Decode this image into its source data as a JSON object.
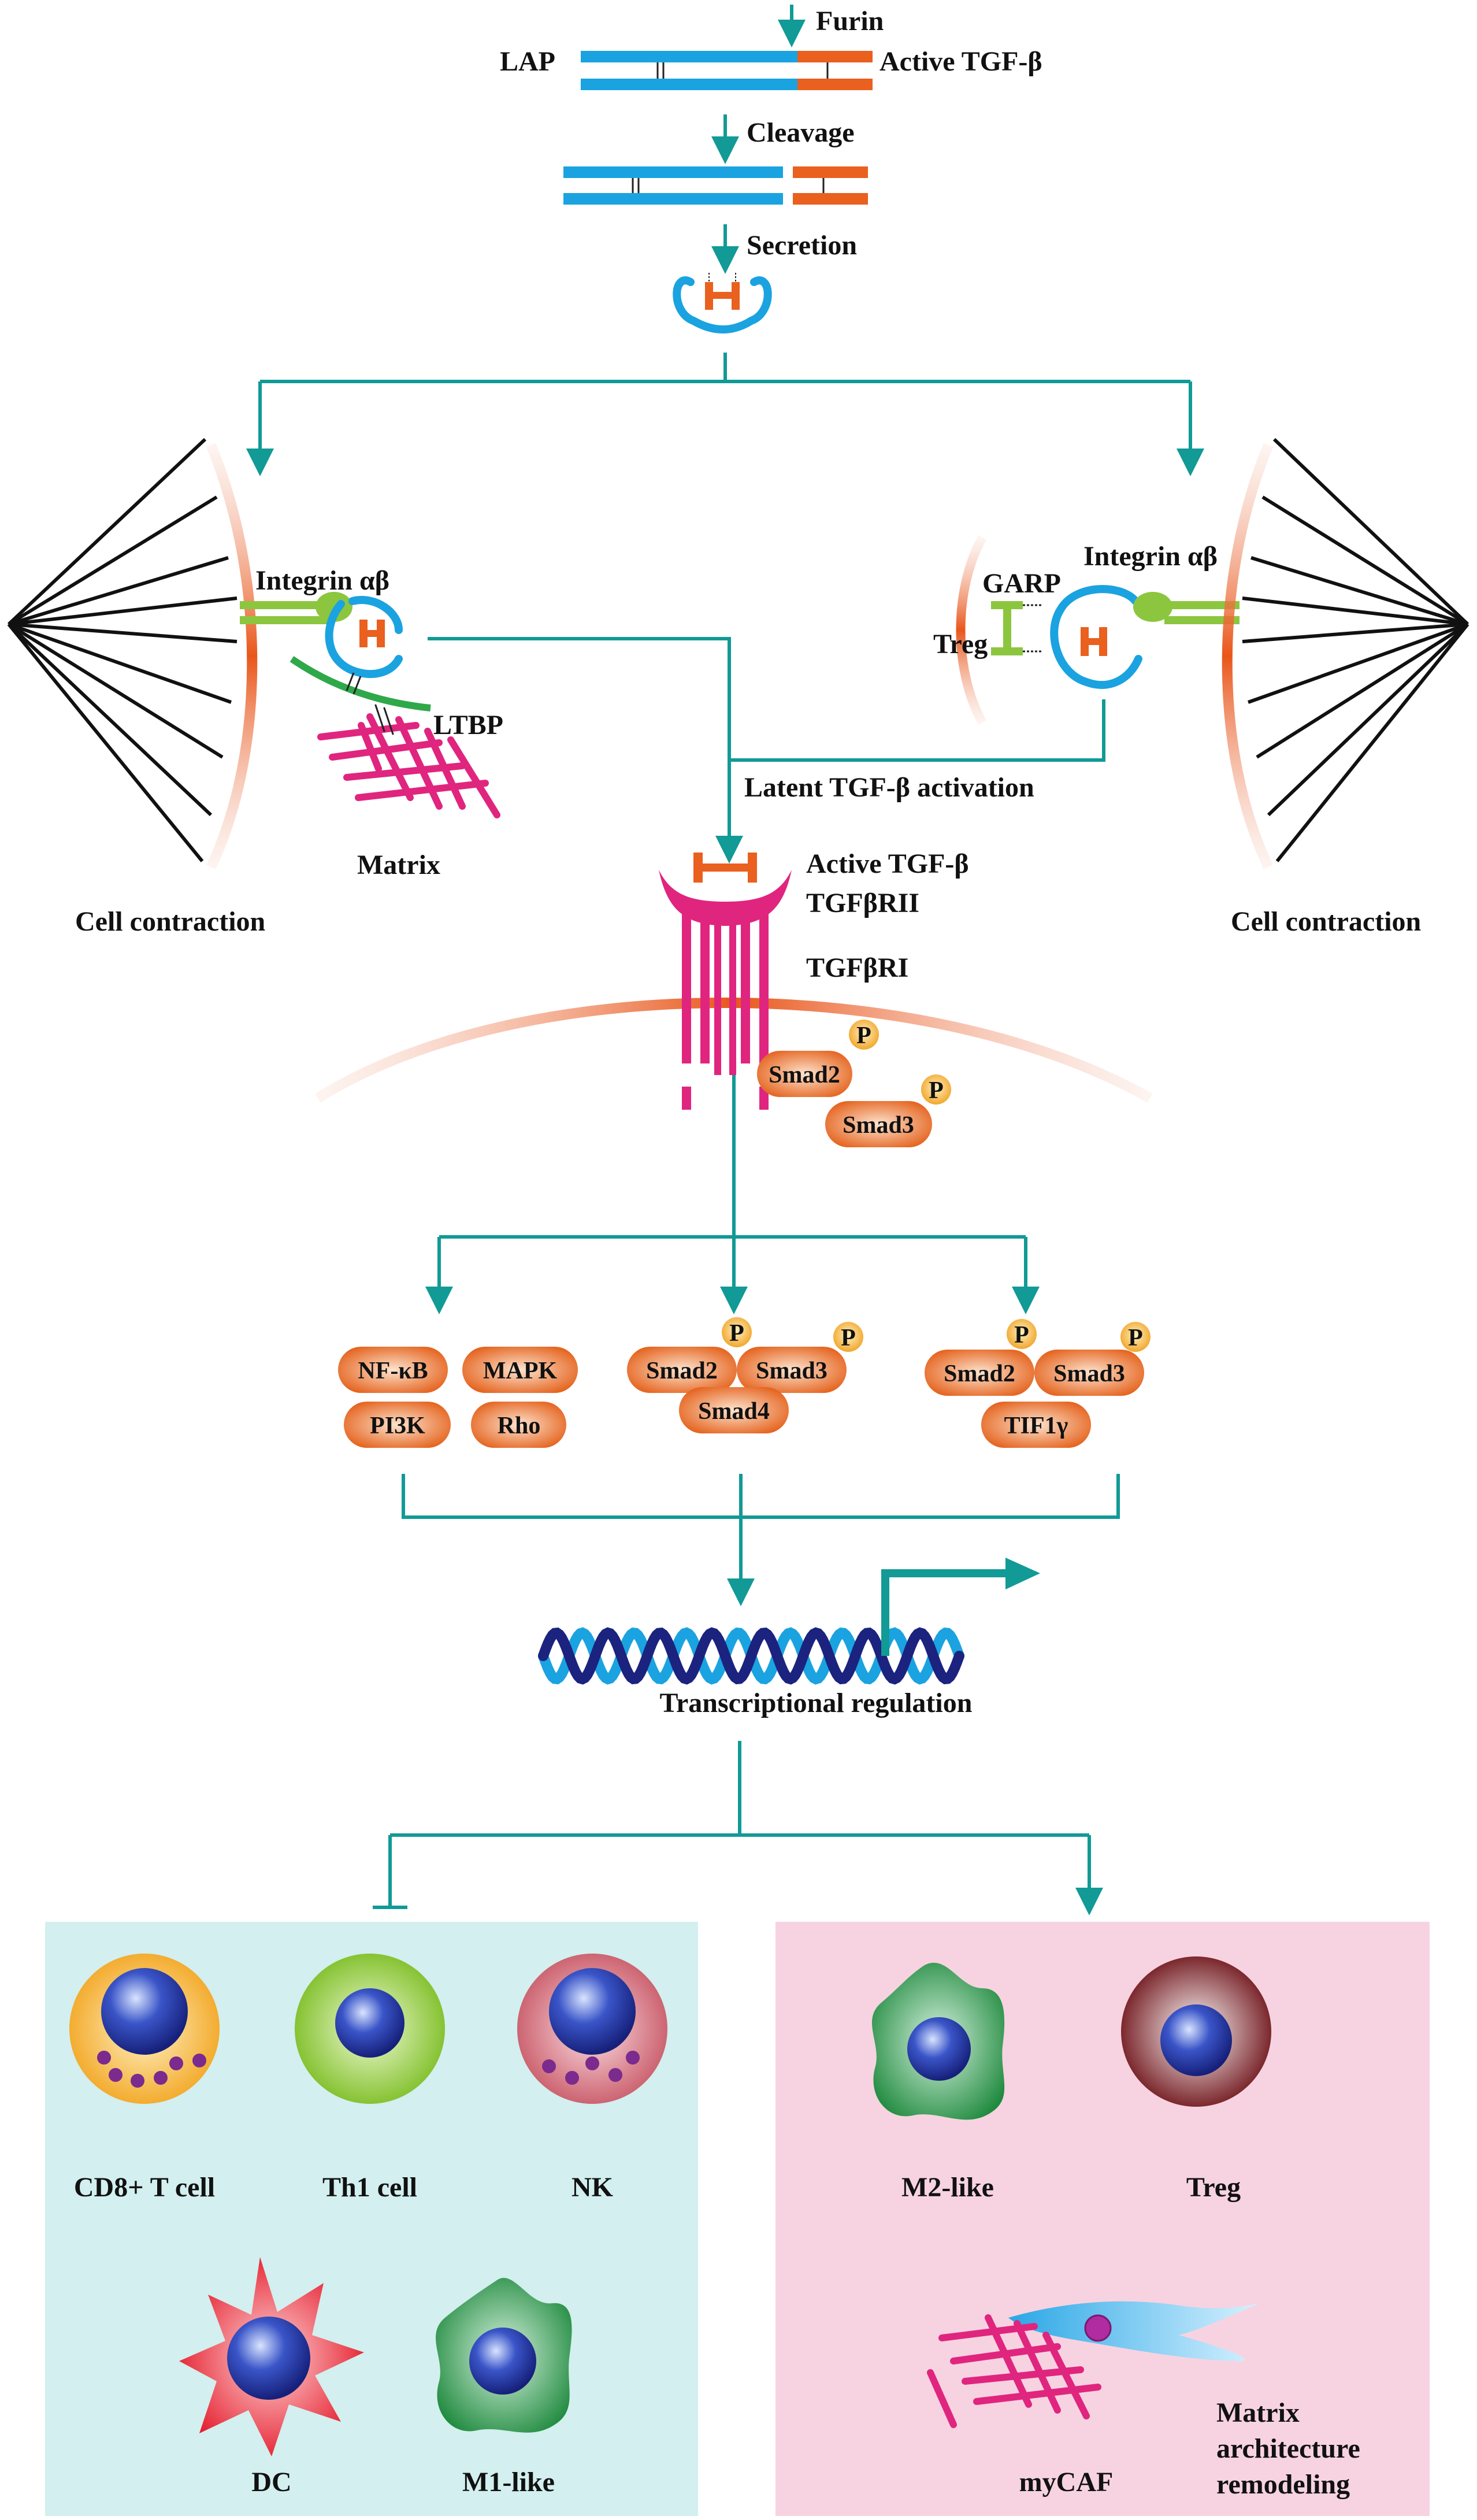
{
  "colors": {
    "arrow": "#119a96",
    "lap": "#1aa3e0",
    "tgfb": "#e9601f",
    "receptor": "#e0257f",
    "integrin": "#8cc63f",
    "smad": "#e8661c",
    "phospho": "#f5a623",
    "inhibit_panel": "#d3efef",
    "promote_panel": "#f7d3e1"
  },
  "top": {
    "furin": "Furin",
    "lap": "LAP",
    "active_tgfb": "Active TGF-β",
    "cleavage": "Cleavage",
    "secretion": "Secretion"
  },
  "left": {
    "integrin": "Integrin αβ",
    "ltbp": "LTBP",
    "matrix": "Matrix",
    "cell_contraction": "Cell contraction"
  },
  "right": {
    "garp": "GARP",
    "integrin": "Integrin αβ",
    "treg": "Treg",
    "cell_contraction": "Cell contraction"
  },
  "center": {
    "latent_activation": "Latent TGF-β activation",
    "active_tgfb": "Active TGF-β",
    "receptor2": "TGFβRII",
    "receptor1": "TGFβRI",
    "smad2": "Smad2",
    "smad3": "Smad3",
    "p": "P"
  },
  "branches": {
    "noncanonical": [
      "NF-κB",
      "MAPK",
      "PI3K",
      "Rho"
    ],
    "smad4_complex": [
      "Smad2",
      "Smad3",
      "Smad4"
    ],
    "tif_complex": [
      "Smad2",
      "Smad3",
      "TIF1γ"
    ],
    "transcription": "Transcriptional regulation"
  },
  "inhibited": {
    "cd8": "CD8+ T cell",
    "th1": "Th1 cell",
    "nk": "NK",
    "dc": "DC",
    "m1": "M1-like"
  },
  "promoted": {
    "m2": "M2-like",
    "treg": "Treg",
    "mycaf": "myCAF",
    "remodel": [
      "Matrix",
      "architecture",
      "remodeling"
    ]
  }
}
